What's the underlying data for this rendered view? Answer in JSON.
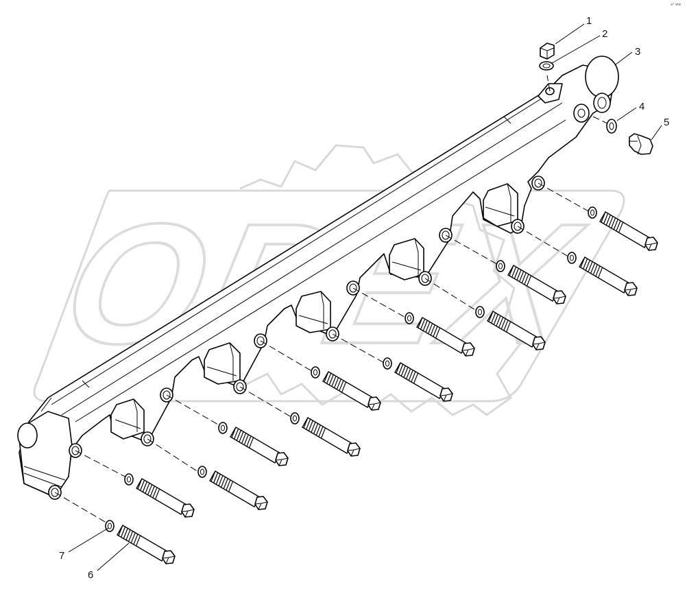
{
  "callouts": [
    {
      "id": "1"
    },
    {
      "id": "2"
    },
    {
      "id": "3"
    },
    {
      "id": "4"
    },
    {
      "id": "5"
    },
    {
      "id": "6"
    },
    {
      "id": "7"
    }
  ],
  "watermark": {
    "text": "OPEX"
  },
  "corner_mark": "a° ww"
}
